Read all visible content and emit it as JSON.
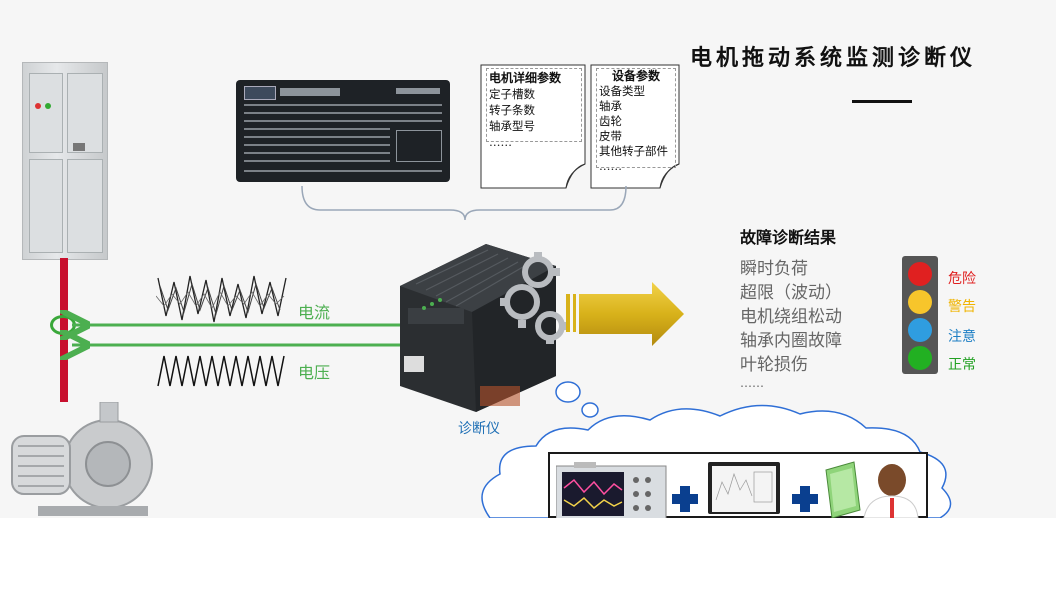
{
  "title": "电机拖动系统监测诊断仪",
  "motor_details": {
    "heading": "电机详细参数",
    "items": [
      "定子槽数",
      "转子条数",
      "轴承型号",
      "……"
    ]
  },
  "device_params": {
    "heading": "设备参数",
    "items": [
      "设备类型",
      "轴承",
      "齿轮",
      "皮带",
      "其他转子部件",
      "……"
    ]
  },
  "signals": {
    "current_label": "电流",
    "voltage_label": "电压"
  },
  "device_label": "诊断仪",
  "results": {
    "title": "故障诊断结果",
    "items": [
      "瞬时负荷",
      "超限（波动）",
      "电机绕组松动",
      "轴承内圈故障",
      "叶轮损伤",
      "……"
    ]
  },
  "status_lights": [
    {
      "label": "危险",
      "color": "#e02020",
      "text_color": "#e02020"
    },
    {
      "label": "警告",
      "color": "#f7c52b",
      "text_color": "#f0b400"
    },
    {
      "label": "注意",
      "color": "#2f9de0",
      "text_color": "#1e7fc4"
    },
    {
      "label": "正常",
      "color": "#22b022",
      "text_color": "#22a022"
    }
  ],
  "colors": {
    "signal_green": "#4caf50",
    "arrow_gold": "#d8b21a",
    "cloud_blue": "#2f6fd6",
    "plus_blue": "#0a3f8f"
  },
  "icons": [
    "switchgear-cabinet-image",
    "blower-motor-image",
    "motor-nameplate-image",
    "diagnostic-device-image",
    "gear-icon",
    "arrow-right-icon",
    "oscilloscope-icon",
    "laptop-icon",
    "expert-person-icon",
    "plus-icon"
  ]
}
